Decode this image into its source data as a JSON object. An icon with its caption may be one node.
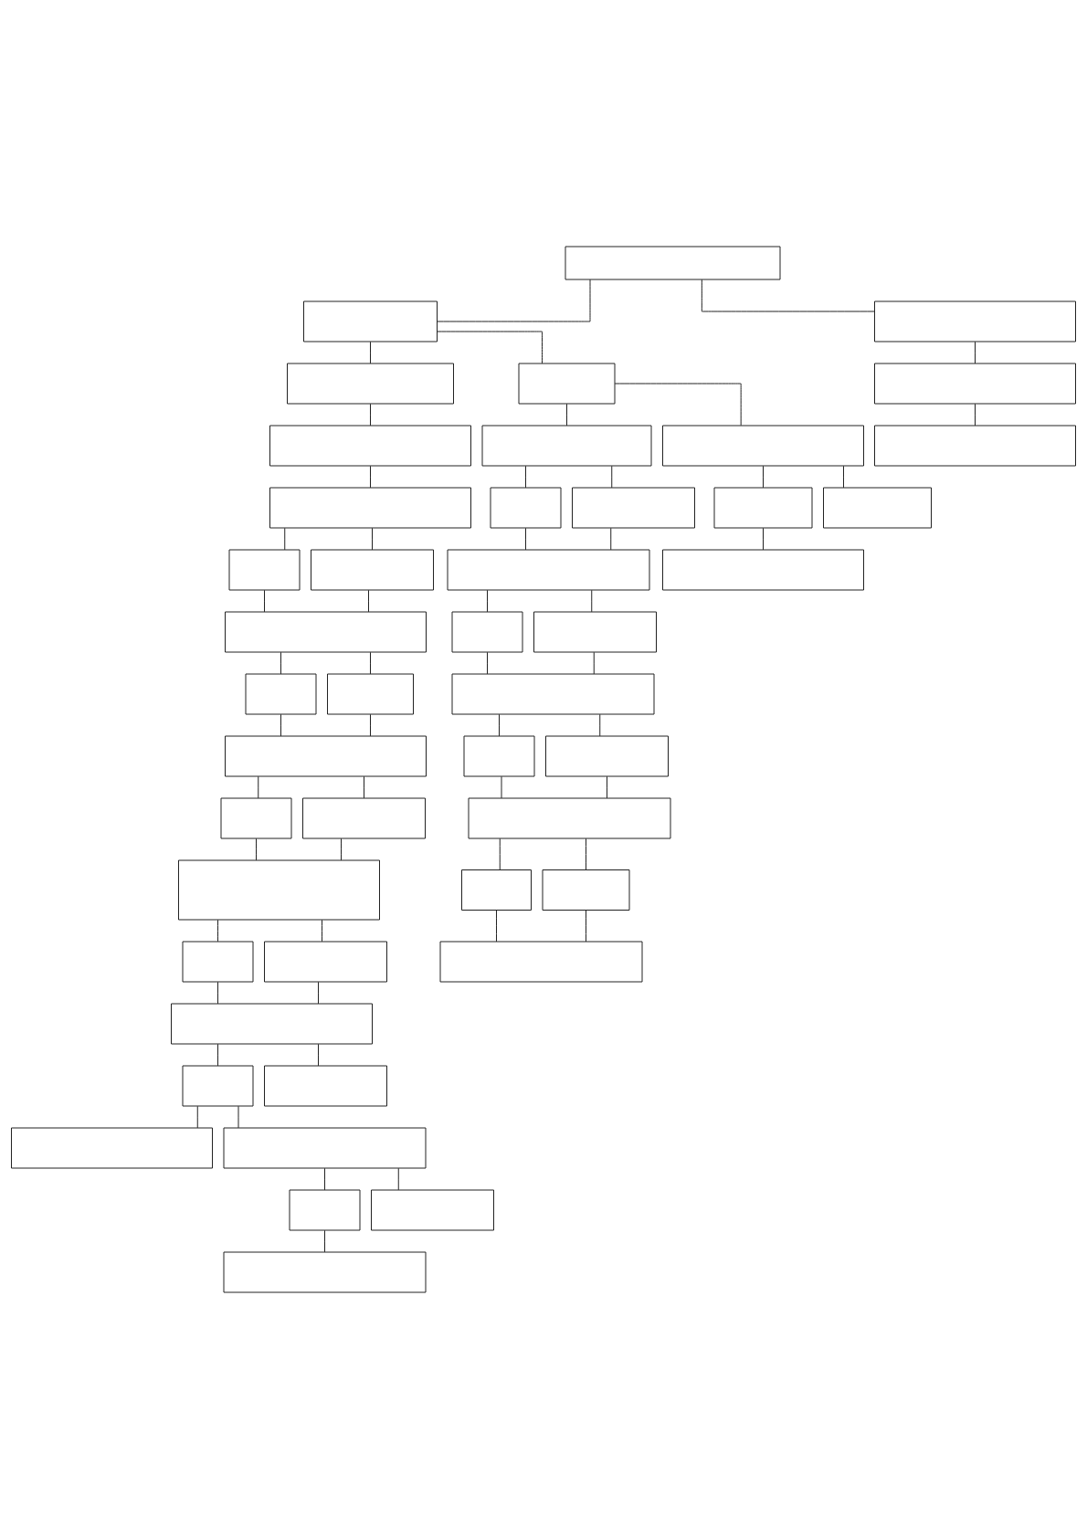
{
  "diagram": {
    "nodes": [
      {
        "text": [],
        "shape": "box"
      },
      {
        "text": [],
        "shape": "box"
      },
      {
        "text": [],
        "shape": "box"
      },
      {
        "text": [],
        "shape": "box"
      },
      {
        "text": [],
        "shape": "box"
      },
      {
        "text": [],
        "shape": "box"
      },
      {
        "text": [],
        "shape": "box"
      },
      {
        "text": [],
        "shape": "box"
      },
      {
        "text": [],
        "shape": "box"
      },
      {
        "text": [],
        "shape": "box"
      },
      {
        "text": [],
        "shape": "box"
      },
      {
        "text": [],
        "shape": "box"
      },
      {
        "text": [],
        "shape": "box"
      },
      {
        "text": [],
        "shape": "box"
      },
      {
        "text": [],
        "shape": "box"
      },
      {
        "text": [],
        "shape": "box"
      },
      {
        "text": [],
        "shape": "box"
      },
      {
        "text": [],
        "shape": "box"
      },
      {
        "text": [],
        "shape": "box"
      },
      {
        "text": [],
        "shape": "box"
      },
      {
        "text": [],
        "shape": "box"
      },
      {
        "text": [],
        "shape": "box"
      },
      {
        "text": [],
        "shape": "box"
      },
      {
        "text": [],
        "shape": "box"
      },
      {
        "text": [],
        "shape": "box"
      },
      {
        "text": [],
        "shape": "box"
      },
      {
        "text": [],
        "shape": "box"
      },
      {
        "text": [],
        "shape": "box"
      },
      {
        "text": [],
        "shape": "box"
      },
      {
        "text": [],
        "shape": "box"
      },
      {
        "text": [],
        "shape": "box"
      },
      {
        "text": [],
        "shape": "box"
      },
      {
        "text": [],
        "shape": "box"
      },
      {
        "text": [],
        "shape": "box"
      },
      {
        "text": [],
        "shape": "box"
      },
      {
        "text": [],
        "shape": "box"
      },
      {
        "text": [],
        "shape": "box"
      },
      {
        "text": [],
        "shape": "box"
      },
      {
        "text": [],
        "shape": "box"
      },
      {
        "text": [],
        "shape": "box"
      },
      {
        "text": [],
        "shape": "box"
      },
      {
        "text": [],
        "shape": "box"
      },
      {
        "text": [],
        "shape": "box"
      },
      {
        "text": [],
        "shape": "box"
      },
      {
        "text": [],
        "shape": "box"
      }
    ],
    "edges": [
      {
        "from": 0,
        "to": 1,
        "arrow": "none"
      },
      {
        "from": 0,
        "to": 2,
        "arrow": "none"
      },
      {
        "from": 1,
        "to": 3,
        "arrow": "none"
      },
      {
        "from": 1,
        "to": 4,
        "arrow": "none"
      },
      {
        "from": 2,
        "to": 5,
        "arrow": "none"
      },
      {
        "from": 3,
        "to": 6,
        "arrow": "none"
      },
      {
        "from": 4,
        "to": 8,
        "arrow": "none"
      },
      {
        "from": 4,
        "to": 12,
        "arrow": "none"
      },
      {
        "from": 5,
        "to": 7,
        "arrow": "none"
      },
      {
        "from": 6,
        "to": 9,
        "arrow": "none"
      },
      {
        "from": 8,
        "to": 10,
        "arrow": "none"
      },
      {
        "from": 8,
        "to": 11,
        "arrow": "none"
      },
      {
        "from": 9,
        "to": 13,
        "arrow": "none"
      },
      {
        "from": 9,
        "to": 14,
        "arrow": "none"
      },
      {
        "from": 10,
        "to": 15,
        "arrow": "none"
      },
      {
        "from": 11,
        "to": 15,
        "arrow": "none"
      },
      {
        "from": 12,
        "to": 16,
        "arrow": "none"
      },
      {
        "from": 12,
        "to": 17,
        "arrow": "none"
      },
      {
        "from": 13,
        "to": 18,
        "arrow": "none"
      },
      {
        "from": 14,
        "to": 18,
        "arrow": "none"
      },
      {
        "from": 15,
        "to": 19,
        "arrow": "none"
      },
      {
        "from": 15,
        "to": 20,
        "arrow": "none"
      },
      {
        "from": 16,
        "to": 23,
        "arrow": "none"
      },
      {
        "from": 18,
        "to": 21,
        "arrow": "none"
      },
      {
        "from": 18,
        "to": 22,
        "arrow": "none"
      },
      {
        "from": 19,
        "to": 24,
        "arrow": "none"
      },
      {
        "from": 20,
        "to": 24,
        "arrow": "none"
      },
      {
        "from": 21,
        "to": 25,
        "arrow": "none"
      },
      {
        "from": 22,
        "to": 25,
        "arrow": "none"
      },
      {
        "from": 24,
        "to": 26,
        "arrow": "none"
      },
      {
        "from": 24,
        "to": 27,
        "arrow": "none"
      },
      {
        "from": 25,
        "to": 28,
        "arrow": "none"
      },
      {
        "from": 25,
        "to": 29,
        "arrow": "none"
      },
      {
        "from": 26,
        "to": 30,
        "arrow": "none"
      },
      {
        "from": 27,
        "to": 30,
        "arrow": "none"
      },
      {
        "from": 28,
        "to": 31,
        "arrow": "none"
      },
      {
        "from": 29,
        "to": 31,
        "arrow": "none"
      },
      {
        "from": 30,
        "to": 32,
        "arrow": "none"
      },
      {
        "from": 30,
        "to": 33,
        "arrow": "none"
      },
      {
        "from": 31,
        "to": 34,
        "arrow": "none"
      },
      {
        "from": 31,
        "to": 35,
        "arrow": "none"
      },
      {
        "from": 32,
        "to": 36,
        "arrow": "none"
      },
      {
        "from": 33,
        "to": 36,
        "arrow": "none"
      },
      {
        "from": 34,
        "to": 37,
        "arrow": "none"
      },
      {
        "from": 35,
        "to": 37,
        "arrow": "none"
      },
      {
        "from": 37,
        "to": 38,
        "arrow": "none"
      },
      {
        "from": 37,
        "to": 39,
        "arrow": "none"
      },
      {
        "from": 38,
        "to": 40,
        "arrow": "none"
      },
      {
        "from": 38,
        "to": 41,
        "arrow": "none"
      },
      {
        "from": 41,
        "to": 42,
        "arrow": "none"
      },
      {
        "from": 41,
        "to": 43,
        "arrow": "none"
      },
      {
        "from": 42,
        "to": 44,
        "arrow": "none"
      }
    ]
  }
}
